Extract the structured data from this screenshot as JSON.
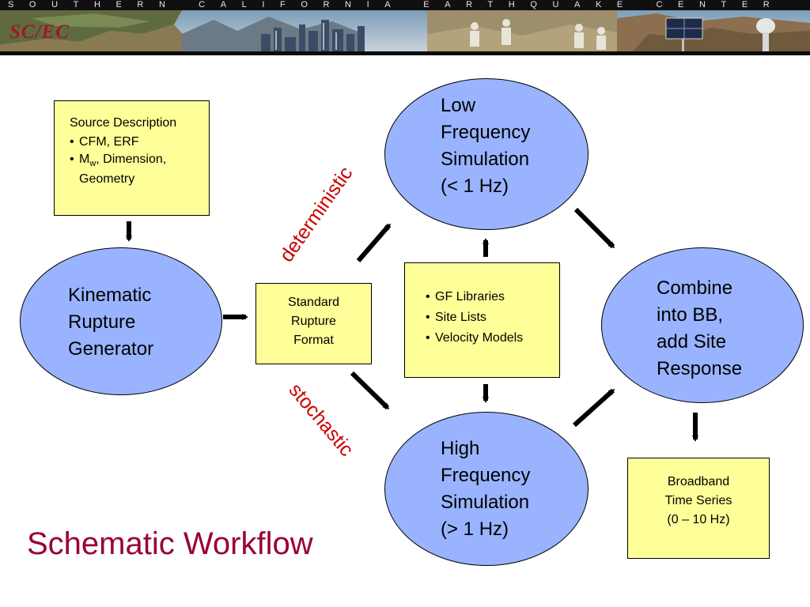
{
  "header": {
    "banner_title": "SOUTHERN CALIFORNIA EARTHQUAKE CENTER",
    "logo_text": "SC/EC"
  },
  "slide": {
    "title": "Schematic Workflow"
  },
  "nodes": {
    "source_description": {
      "heading": "Source Description",
      "items": [
        "CFM, ERF",
        "M",
        ", Dimension,",
        "Geometry"
      ],
      "mw_subscript": "w"
    },
    "kinematic_generator": {
      "lines": [
        "Kinematic",
        "Rupture",
        "Generator"
      ]
    },
    "standard_rupture_format": {
      "lines": [
        "Standard",
        "Rupture",
        "Format"
      ]
    },
    "low_frequency": {
      "lines": [
        "Low",
        "Frequency",
        "Simulation",
        "(< 1 Hz)"
      ]
    },
    "high_frequency": {
      "lines": [
        "High",
        "Frequency",
        "Simulation",
        "(> 1 Hz)"
      ]
    },
    "gf_box": {
      "items": [
        "GF Libraries",
        "Site Lists",
        "Velocity Models"
      ]
    },
    "combine": {
      "lines": [
        "Combine",
        "into BB,",
        "add Site",
        "Response"
      ]
    },
    "broadband": {
      "lines": [
        "Broadband",
        "Time Series",
        "(0 – 10 Hz)"
      ]
    }
  },
  "path_labels": {
    "deterministic": "deterministic",
    "stochastic": "stochastic"
  },
  "colors": {
    "box_fill": "#ffff99",
    "ellipse_fill": "#99b3ff",
    "title_color": "#990033",
    "label_color": "#cc0000",
    "logo_color": "#9c1a26"
  },
  "bullet": "•"
}
